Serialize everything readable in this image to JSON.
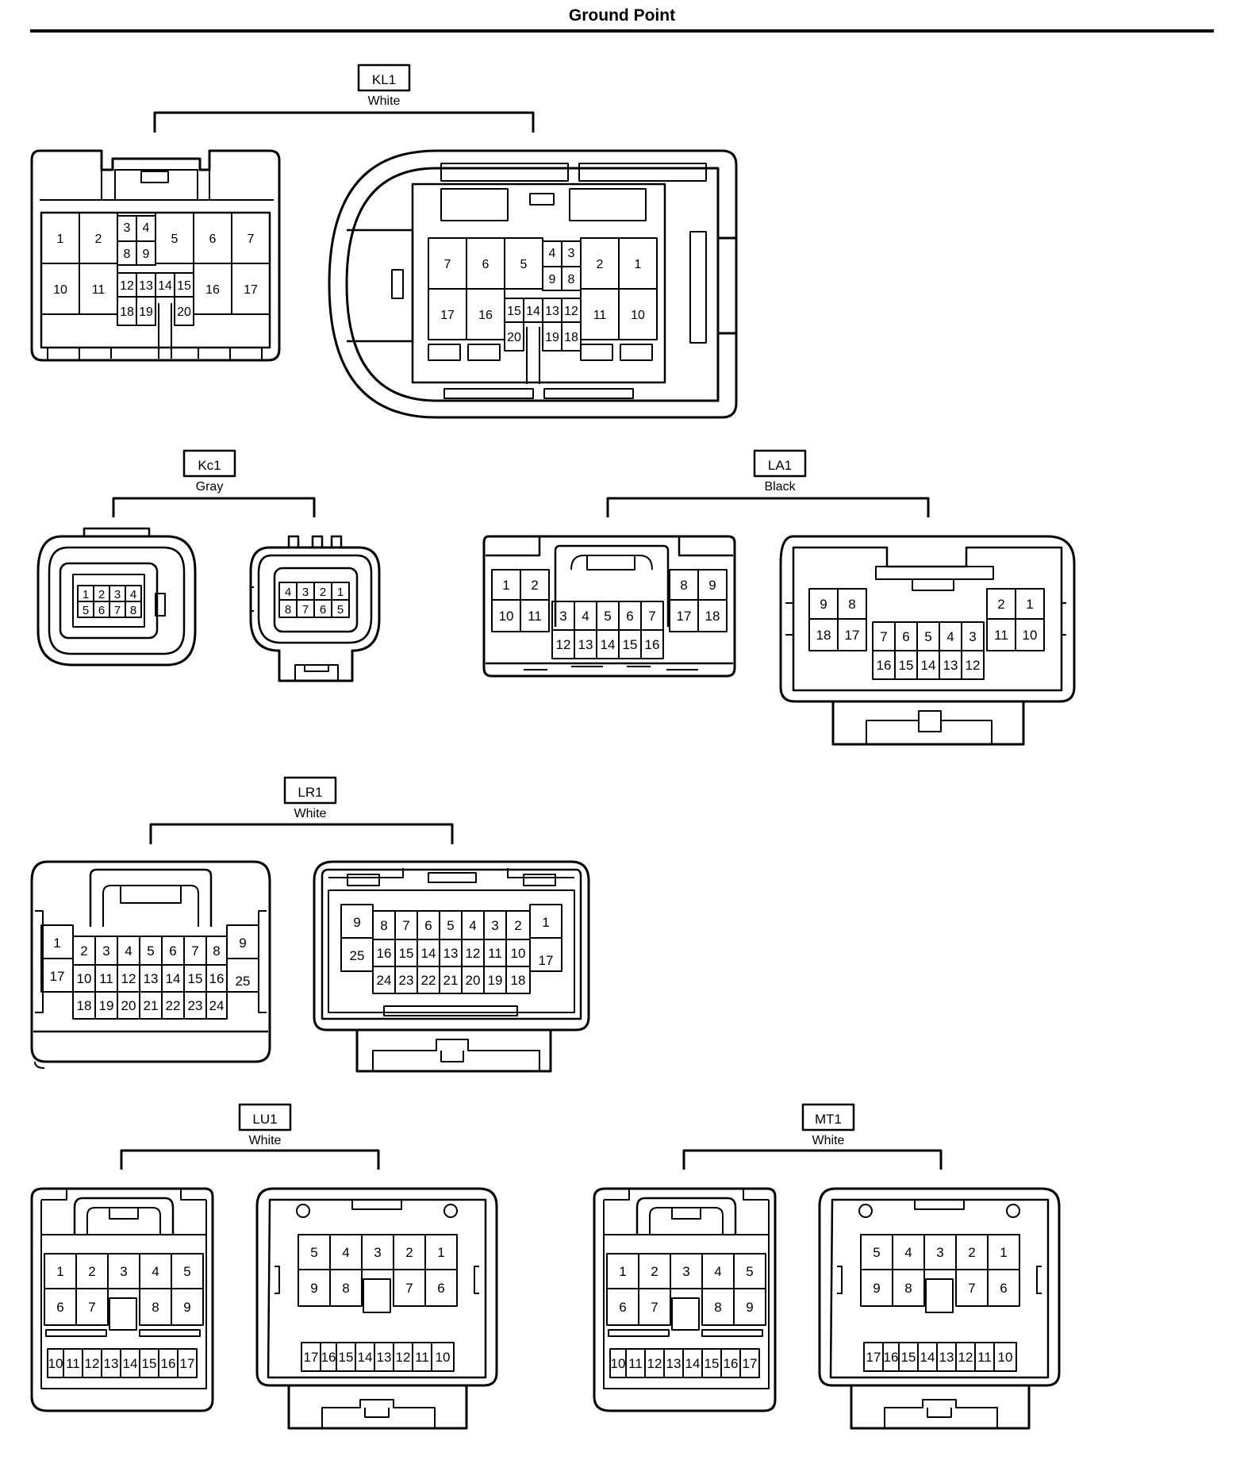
{
  "title": "Ground Point",
  "connectors": {
    "kl1": {
      "id": "KL1",
      "color": "White"
    },
    "kc1": {
      "id": "Kc1",
      "color": "Gray"
    },
    "la1": {
      "id": "LA1",
      "color": "Black"
    },
    "lr1": {
      "id": "LR1",
      "color": "White"
    },
    "lu1": {
      "id": "LU1",
      "color": "White"
    },
    "mt1": {
      "id": "MT1",
      "color": "White"
    }
  },
  "pins": {
    "kl1_left": [
      "1",
      "2",
      "3",
      "4",
      "5",
      "6",
      "7",
      "8",
      "9",
      "10",
      "11",
      "12",
      "13",
      "14",
      "15",
      "16",
      "17",
      "18",
      "19",
      "20"
    ],
    "kl1_right": [
      "7",
      "6",
      "5",
      "4",
      "3",
      "2",
      "1",
      "9",
      "8",
      "17",
      "16",
      "15",
      "14",
      "13",
      "12",
      "11",
      "10",
      "20",
      "19",
      "18"
    ],
    "kc1_left": [
      "1",
      "2",
      "3",
      "4",
      "5",
      "6",
      "7",
      "8"
    ],
    "kc1_right": [
      "4",
      "3",
      "2",
      "1",
      "8",
      "7",
      "6",
      "5"
    ],
    "la1_left": [
      "1",
      "2",
      "10",
      "11",
      "8",
      "9",
      "17",
      "18",
      "3",
      "4",
      "5",
      "6",
      "7",
      "12",
      "13",
      "14",
      "15",
      "16"
    ],
    "la1_right": [
      "9",
      "8",
      "18",
      "17",
      "2",
      "1",
      "11",
      "10",
      "7",
      "6",
      "5",
      "4",
      "3",
      "16",
      "15",
      "14",
      "13",
      "12"
    ],
    "lr1_left": [
      "1",
      "17",
      "2",
      "3",
      "4",
      "5",
      "6",
      "7",
      "8",
      "10",
      "11",
      "12",
      "13",
      "14",
      "15",
      "16",
      "18",
      "19",
      "20",
      "21",
      "22",
      "23",
      "24",
      "9",
      "25"
    ],
    "lr1_right": [
      "9",
      "25",
      "8",
      "7",
      "6",
      "5",
      "4",
      "3",
      "2",
      "16",
      "15",
      "14",
      "13",
      "12",
      "11",
      "10",
      "24",
      "23",
      "22",
      "21",
      "20",
      "19",
      "18",
      "1",
      "17"
    ],
    "lu1_left": [
      "1",
      "2",
      "3",
      "4",
      "5",
      "6",
      "7",
      "8",
      "9",
      "10",
      "11",
      "12",
      "13",
      "14",
      "15",
      "16",
      "17"
    ],
    "lu1_right": [
      "5",
      "4",
      "3",
      "2",
      "1",
      "9",
      "8",
      "7",
      "6",
      "17",
      "16",
      "15",
      "14",
      "13",
      "12",
      "11",
      "10"
    ],
    "mt1_left": [
      "1",
      "2",
      "3",
      "4",
      "5",
      "6",
      "7",
      "8",
      "9",
      "10",
      "11",
      "12",
      "13",
      "14",
      "15",
      "16",
      "17"
    ],
    "mt1_right": [
      "5",
      "4",
      "3",
      "2",
      "1",
      "9",
      "8",
      "7",
      "6",
      "17",
      "16",
      "15",
      "14",
      "13",
      "12",
      "11",
      "10"
    ]
  }
}
